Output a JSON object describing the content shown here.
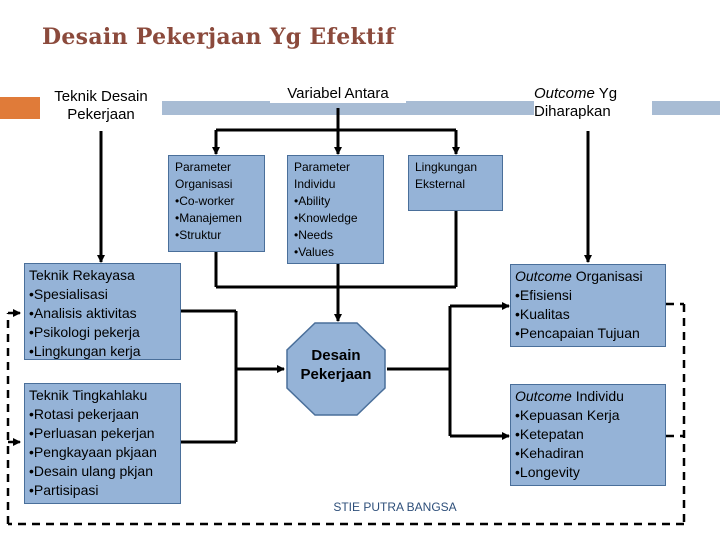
{
  "title": "Desain Pekerjaan Yg Efektif",
  "headers": {
    "left": [
      "Teknik Desain",
      "Pekerjaan"
    ],
    "middle": "Variabel Antara",
    "right_italic": "Outcome",
    "right_rest": " Yg",
    "right_line2": "Diharapkan"
  },
  "boxes": {
    "param_org": {
      "title_lines": [
        "Parameter",
        "Organisasi"
      ],
      "items": [
        "Co-worker",
        "Manajemen",
        "Struktur"
      ]
    },
    "param_ind": {
      "title_lines": [
        "Parameter",
        "Individu"
      ],
      "items": [
        "Ability",
        "Knowledge",
        "Needs",
        "Values"
      ]
    },
    "lingkungan": {
      "title_lines": [
        "Lingkungan",
        "Eksternal"
      ]
    },
    "rekayasa": {
      "title": "Teknik Rekayasa",
      "items": [
        "Spesialisasi",
        "Analisis aktivitas",
        "Psikologi pekerja",
        "Lingkungan kerja"
      ]
    },
    "tingkahlaku": {
      "title": "Teknik Tingkahlaku",
      "items": [
        "Rotasi pekerjaan",
        "Perluasan pekerjan",
        "Pengkayaan pkjaan",
        "Desain ulang pkjan",
        "Partisipasi"
      ]
    },
    "out_org": {
      "title_italic": "Outcome",
      "title_rest": " Organisasi",
      "items": [
        "Efisiensi",
        "Kualitas",
        "Pencapaian Tujuan"
      ]
    },
    "out_ind": {
      "title_italic": "Outcome",
      "title_rest": " Individu",
      "items": [
        "Kepuasan Kerja",
        "Ketepatan",
        "Kehadiran",
        "Longevity"
      ]
    }
  },
  "center": {
    "line1": "Desain",
    "line2": "Pekerjaan"
  },
  "footer": "STIE PUTRA BANGSA",
  "colors": {
    "title": "#8b4a3c",
    "box_fill": "#95b3d7",
    "box_border": "#4a6f9a",
    "accent_orange": "#e07b39",
    "band_blue": "#a8bcd4",
    "footer": "#2e4f7a"
  }
}
